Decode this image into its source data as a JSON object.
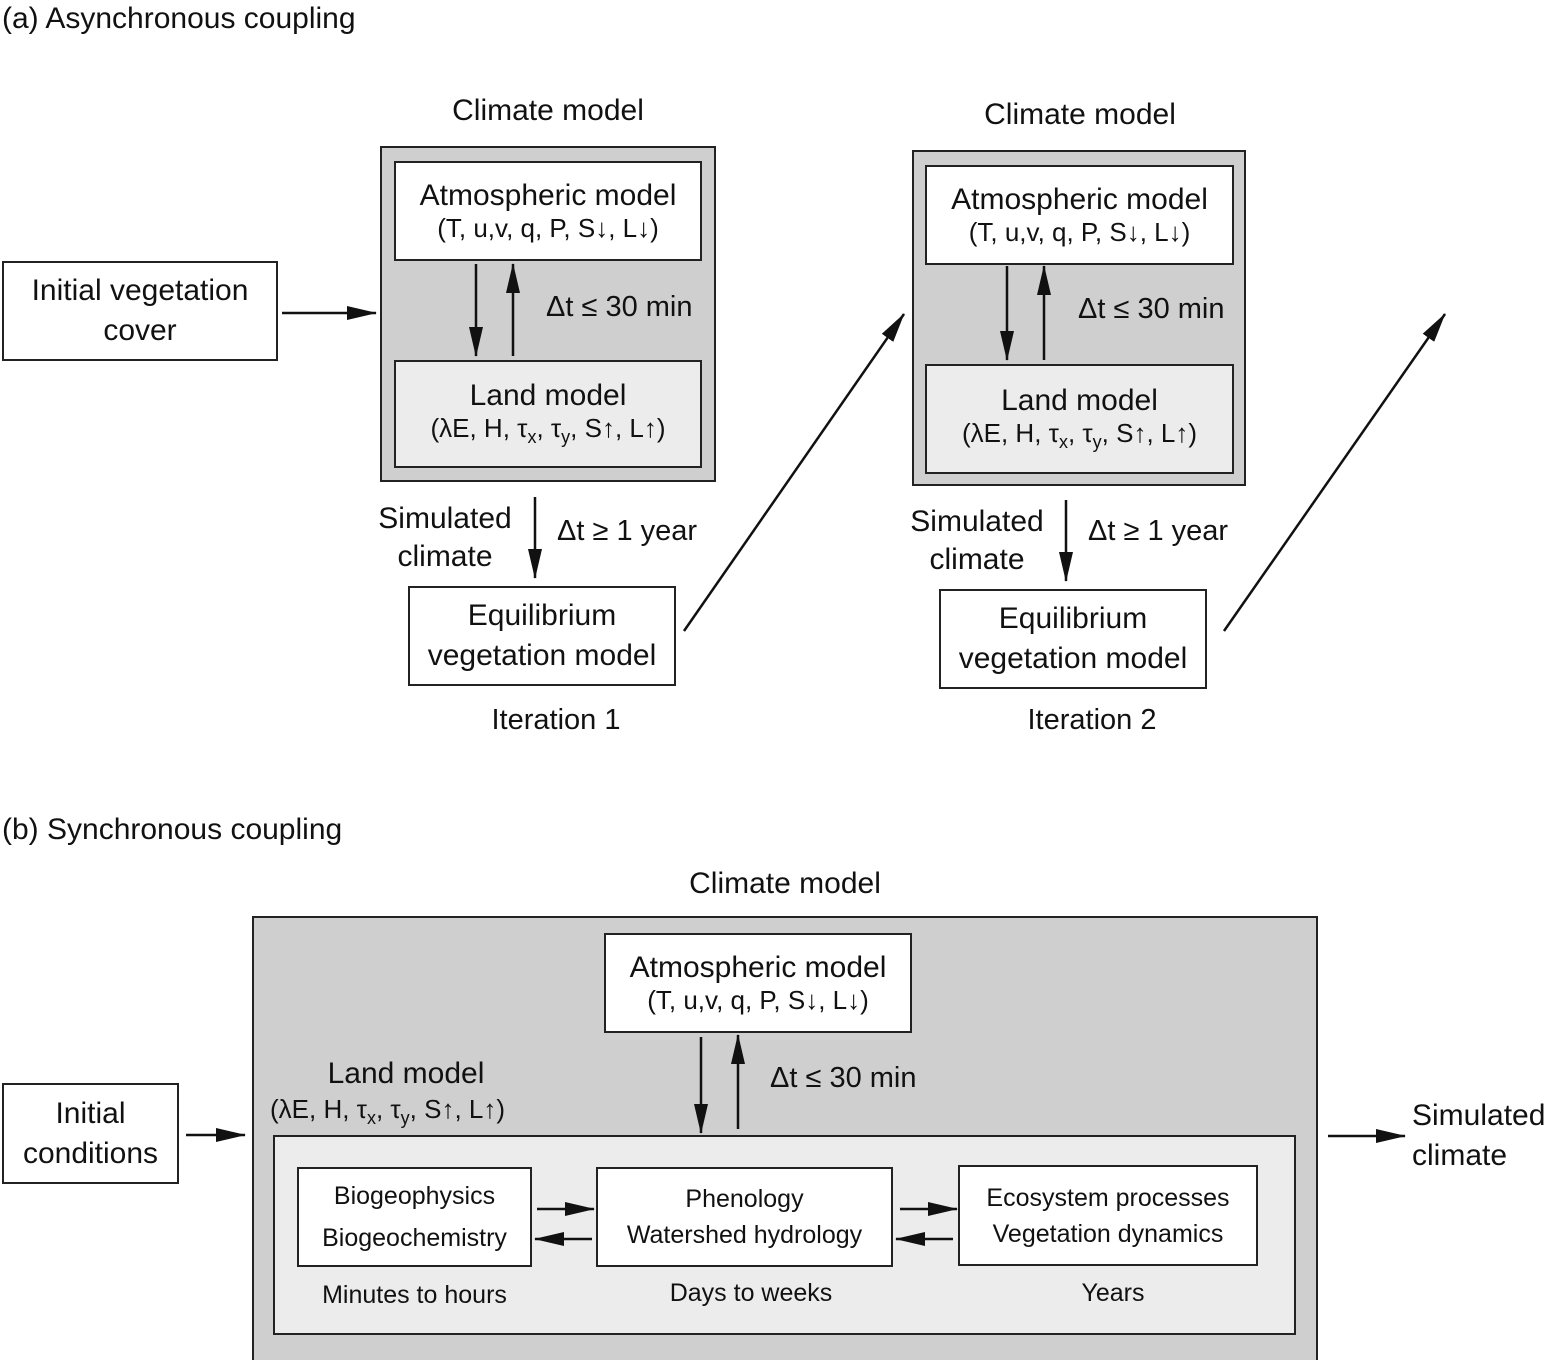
{
  "panel_a": {
    "heading": "(a) Asynchronous coupling",
    "initial_box": [
      "Initial vegetation",
      "cover"
    ],
    "iteration1": {
      "climate_title": "Climate model",
      "atm_title": "Atmospheric model",
      "atm_vars": "(T, u,v, q, P, S↓, L↓)",
      "dt_inner": "Δt ≤ 30 min",
      "land_title": "Land model",
      "land_vars": "(λE, H, τx, τy, S↑, L↑)",
      "sim_climate": [
        "Simulated",
        "climate"
      ],
      "dt_outer": "Δt ≥ 1 year",
      "eq_box": [
        "Equilibrium",
        "vegetation model"
      ],
      "label": "Iteration 1"
    },
    "iteration2": {
      "climate_title": "Climate model",
      "atm_title": "Atmospheric model",
      "atm_vars": "(T, u,v, q, P, S↓, L↓)",
      "dt_inner": "Δt ≤ 30 min",
      "land_title": "Land model",
      "land_vars": "(λE, H, τx, τy, S↑, L↑)",
      "sim_climate": [
        "Simulated",
        "climate"
      ],
      "dt_outer": "Δt ≥ 1 year",
      "eq_box": [
        "Equilibrium",
        "vegetation model"
      ],
      "label": "Iteration 2"
    }
  },
  "panel_b": {
    "heading": "(b) Synchronous coupling",
    "climate_title": "Climate model",
    "atm_title": "Atmospheric model",
    "atm_vars": "(T, u,v, q, P, S↓, L↓)",
    "dt_inner": "Δt ≤  30 min",
    "land_title": "Land model",
    "land_vars": "(λE, H, τx, τy, S↑, L↑)",
    "initial_box": [
      "Initial",
      "conditions"
    ],
    "output": [
      "Simulated",
      "climate"
    ],
    "processes": [
      {
        "lines": [
          "Biogeophysics",
          "Biogeochemistry"
        ],
        "timescale": "Minutes to hours"
      },
      {
        "lines": [
          "Phenology",
          "Watershed hydrology"
        ],
        "timescale": "Days to weeks"
      },
      {
        "lines": [
          "Ecosystem processes",
          "Vegetation dynamics"
        ],
        "timescale": "Years"
      }
    ]
  }
}
